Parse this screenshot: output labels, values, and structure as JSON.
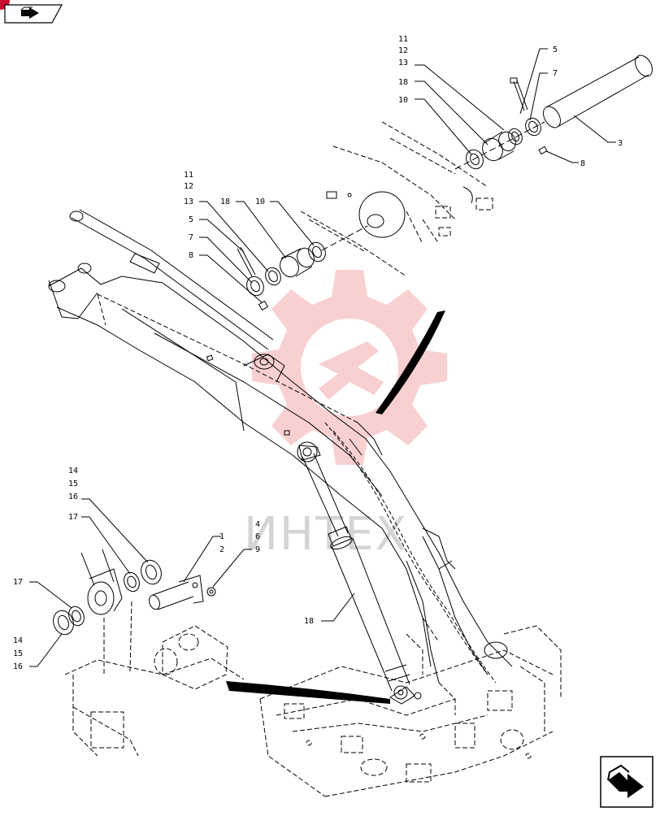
{
  "watermark": {
    "text": "ИНТЕХ",
    "color": "#f4a9a9"
  },
  "navigation": {
    "previous_icon": "arrow-left-icon",
    "next_icon": "arrow-right-icon"
  },
  "callouts": {
    "top_right": {
      "l1": "11",
      "l2": "12",
      "l3": "13",
      "l4": "18",
      "l5": "10",
      "l6": "5",
      "l7": "7",
      "l8": "8",
      "l9": "3"
    },
    "mid_left": {
      "l1": "11",
      "l2": "12",
      "l3": "13",
      "l4": "18",
      "l5": "10",
      "l6": "5",
      "l7": "7",
      "l8": "8"
    },
    "bottom_left": {
      "l1": "14",
      "l2": "15",
      "l3": "16",
      "l4": "17",
      "l5": "17",
      "l6": "14",
      "l7": "15",
      "l8": "16"
    },
    "pin": {
      "l1": "1",
      "l2": "2",
      "l3": "4",
      "l4": "6",
      "l5": "9"
    },
    "cylinder": {
      "l1": "18"
    }
  }
}
